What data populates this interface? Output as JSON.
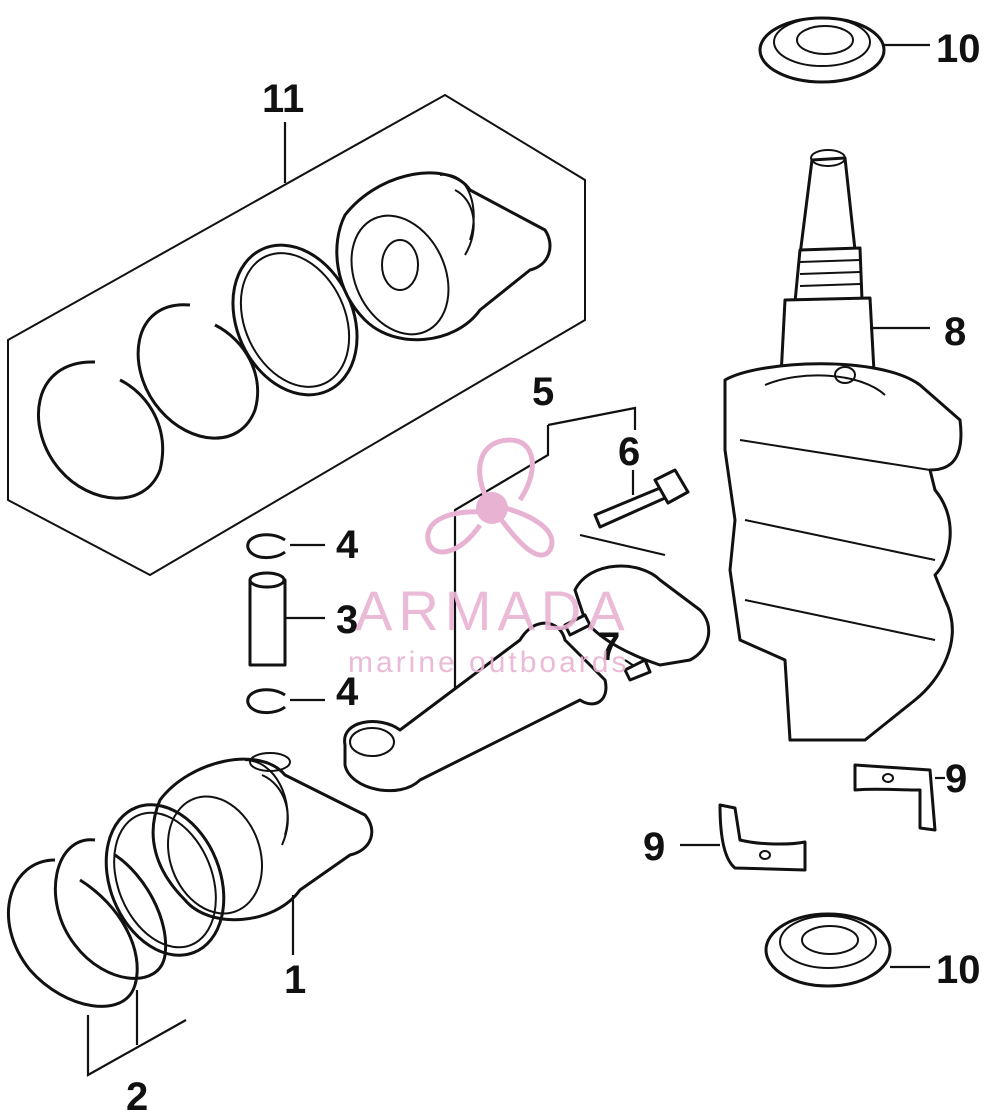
{
  "diagram": {
    "callouts": {
      "c1": "1",
      "c2": "2",
      "c3": "3",
      "c4a": "4",
      "c4b": "4",
      "c5": "5",
      "c6": "6",
      "c7": "7",
      "c8": "8",
      "c9a": "9",
      "c9b": "9",
      "c10a": "10",
      "c10b": "10",
      "c11": "11"
    }
  },
  "watermark": {
    "brand": "ARMADA",
    "tagline": "marine outboards",
    "color": "#e8b3d3"
  }
}
